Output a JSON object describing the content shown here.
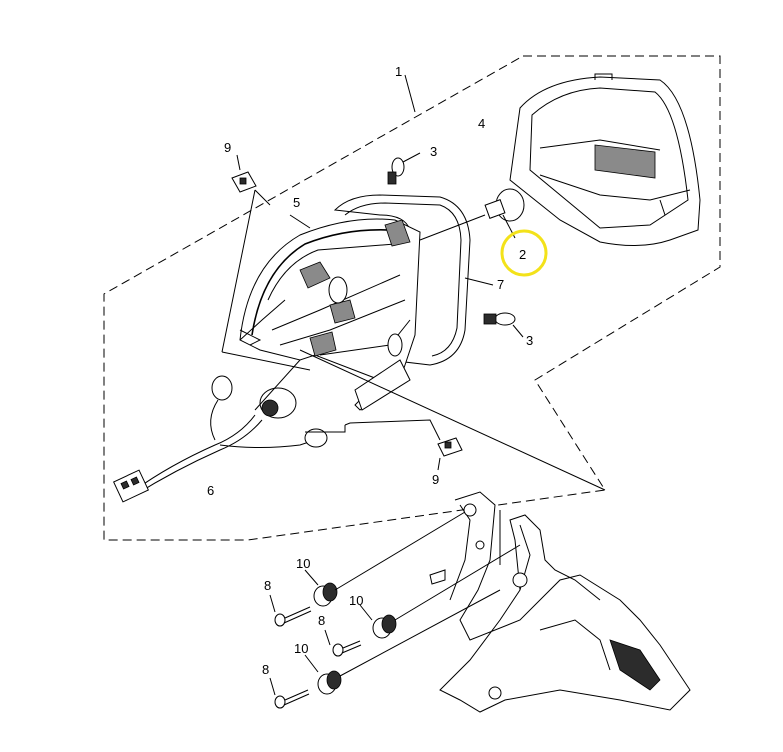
{
  "callouts": [
    {
      "id": "c1",
      "label": "1"
    },
    {
      "id": "c2",
      "label": "2"
    },
    {
      "id": "c3a",
      "label": "3"
    },
    {
      "id": "c3b",
      "label": "3"
    },
    {
      "id": "c4",
      "label": "4"
    },
    {
      "id": "c5",
      "label": "5"
    },
    {
      "id": "c6",
      "label": "6"
    },
    {
      "id": "c7",
      "label": "7"
    },
    {
      "id": "c8a",
      "label": "8"
    },
    {
      "id": "c8b",
      "label": "8"
    },
    {
      "id": "c8c",
      "label": "8"
    },
    {
      "id": "c9a",
      "label": "9"
    },
    {
      "id": "c9b",
      "label": "9"
    },
    {
      "id": "c10a",
      "label": "10"
    },
    {
      "id": "c10b",
      "label": "10"
    },
    {
      "id": "c10c",
      "label": "10"
    }
  ],
  "highlight": {
    "target": "2",
    "color": "#f3e21a"
  }
}
